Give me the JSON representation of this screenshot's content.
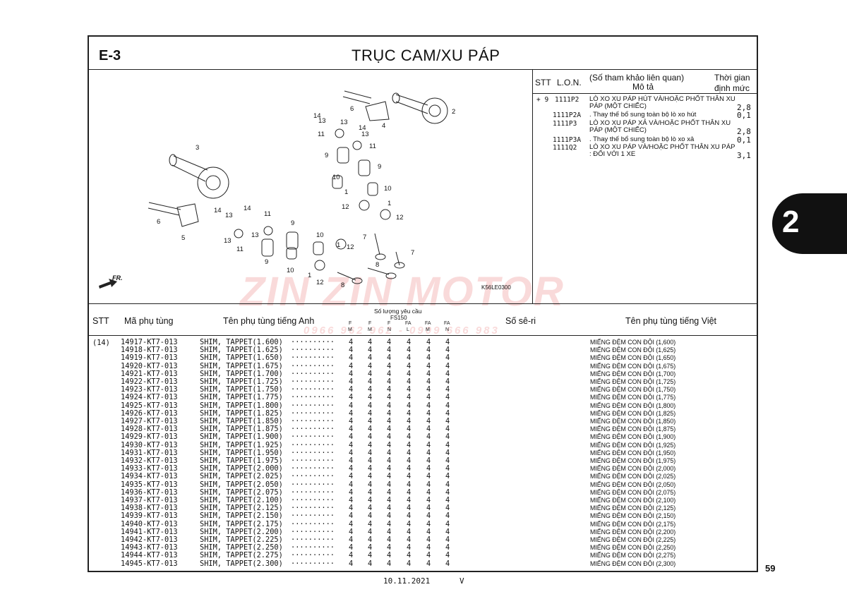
{
  "header": {
    "section_code": "E-3",
    "title": "TRỤC CAM/XU PÁP"
  },
  "page": {
    "number": "59",
    "chapter_tab": "2",
    "issue_date": "10.11.2021",
    "issue_mark": "V"
  },
  "watermark": {
    "brand": "ZIN ZIN MOTOR",
    "phone": "0966 962 962 - 0909 666 983"
  },
  "diagram": {
    "figure_code": "K56LE0300",
    "front_marker": "FR.",
    "callouts": [
      "2",
      "3",
      "4",
      "5",
      "6",
      "6",
      "7",
      "7",
      "8",
      "8",
      "9",
      "9",
      "9",
      "9",
      "10",
      "10",
      "10",
      "10",
      "1",
      "1",
      "1",
      "1",
      "11",
      "11",
      "11",
      "11",
      "12",
      "12",
      "12",
      "12",
      "13",
      "13",
      "13",
      "13",
      "13",
      "13",
      "14",
      "14",
      "14",
      "14"
    ]
  },
  "lon_table": {
    "headers": {
      "stt": "STT",
      "lon": "L.O.N.",
      "desc": "(Số tham khảo liên quan)",
      "desc2": "Mô tả",
      "time": "Thời gian",
      "time2": "định mức"
    },
    "rows": [
      {
        "stt": "+ 9",
        "code": "1111P2",
        "desc": "LÒ XO XU PÁP HÚT VÀ/HOẶC PHỐT THÂN XU",
        "desc2": "PÁP (MỘT CHIẾC)",
        "time": "2,8"
      },
      {
        "code": "1111P2A",
        "desc": ". Thay thế bổ sung toàn bộ lò xo hút",
        "time": "0,1"
      },
      {
        "code": "1111P3",
        "desc": "LÒ XO XU PÁP XẢ VÀ/HOẶC PHỐT THÂN XU",
        "desc2": "PÁP (MỘT CHIẾC)",
        "time": "2,8"
      },
      {
        "code": "1111P3A",
        "desc": ". Thay thế bổ sung toàn bộ lò xo xả",
        "time": "0,1"
      },
      {
        "code": "1111Q2",
        "desc": "LÒ XO XU PÁP VÀ/HOẶC PHỐT THÂN XU PÁP",
        "desc2": ": ĐỐI VỚI 1 XE",
        "time": "3,1"
      }
    ]
  },
  "parts_table": {
    "headers": {
      "stt": "STT",
      "part_no": "Mã phụ tùng",
      "name_en": "Tên phụ tùng tiếng Anh",
      "qty": "Số lượng yêu cầu",
      "model": "FS150",
      "sub": [
        "F",
        "M",
        "F",
        "M",
        "F",
        "N",
        "FA",
        "L",
        "FA",
        "M",
        "FA",
        "N"
      ],
      "serial": "Số sê-ri",
      "name_vi": "Tên phụ tùng tiếng Việt"
    },
    "stt_value": "(14)",
    "dots": "··········",
    "rows": [
      {
        "part": "14917-KT7-013",
        "en": "SHIM, TAPPET(1.600)",
        "q": [
          "4",
          "4",
          "4",
          "4",
          "4",
          "4"
        ],
        "vi": "MIẾNG ĐỆM CON ĐỘI (1,600)"
      },
      {
        "part": "14918-KT7-013",
        "en": "SHIM, TAPPET(1.625)",
        "q": [
          "4",
          "4",
          "4",
          "4",
          "4",
          "4"
        ],
        "vi": "MIẾNG ĐỆM CON ĐỘI (1,625)"
      },
      {
        "part": "14919-KT7-013",
        "en": "SHIM, TAPPET(1.650)",
        "q": [
          "4",
          "4",
          "4",
          "4",
          "4",
          "4"
        ],
        "vi": "MIẾNG ĐỆM CON ĐỘI (1,650)"
      },
      {
        "part": "14920-KT7-013",
        "en": "SHIM, TAPPET(1.675)",
        "q": [
          "4",
          "4",
          "4",
          "4",
          "4",
          "4"
        ],
        "vi": "MIẾNG ĐỆM CON ĐỘI (1,675)"
      },
      {
        "part": "14921-KT7-013",
        "en": "SHIM, TAPPET(1.700)",
        "q": [
          "4",
          "4",
          "4",
          "4",
          "4",
          "4"
        ],
        "vi": "MIẾNG ĐỆM CON ĐỘI (1,700)"
      },
      {
        "part": "14922-KT7-013",
        "en": "SHIM, TAPPET(1.725)",
        "q": [
          "4",
          "4",
          "4",
          "4",
          "4",
          "4"
        ],
        "vi": "MIẾNG ĐỆM CON ĐỘI (1,725)"
      },
      {
        "part": "14923-KT7-013",
        "en": "SHIM, TAPPET(1.750)",
        "q": [
          "4",
          "4",
          "4",
          "4",
          "4",
          "4"
        ],
        "vi": "MIẾNG ĐỆM CON ĐỘI (1,750)"
      },
      {
        "part": "14924-KT7-013",
        "en": "SHIM, TAPPET(1.775)",
        "q": [
          "4",
          "4",
          "4",
          "4",
          "4",
          "4"
        ],
        "vi": "MIẾNG ĐỆM CON ĐỘI (1,775)"
      },
      {
        "part": "14925-KT7-013",
        "en": "SHIM, TAPPET(1.800)",
        "q": [
          "4",
          "4",
          "4",
          "4",
          "4",
          "4"
        ],
        "vi": "MIẾNG ĐỆM CON ĐỘI (1,800)"
      },
      {
        "part": "14926-KT7-013",
        "en": "SHIM, TAPPET(1.825)",
        "q": [
          "4",
          "4",
          "4",
          "4",
          "4",
          "4"
        ],
        "vi": "MIẾNG ĐỆM CON ĐỘI (1,825)"
      },
      {
        "part": "14927-KT7-013",
        "en": "SHIM, TAPPET(1.850)",
        "q": [
          "4",
          "4",
          "4",
          "4",
          "4",
          "4"
        ],
        "vi": "MIẾNG ĐỆM CON ĐỘI (1,850)"
      },
      {
        "part": "14928-KT7-013",
        "en": "SHIM, TAPPET(1.875)",
        "q": [
          "4",
          "4",
          "4",
          "4",
          "4",
          "4"
        ],
        "vi": "MIẾNG ĐỆM CON ĐỘI (1,875)"
      },
      {
        "part": "14929-KT7-013",
        "en": "SHIM, TAPPET(1.900)",
        "q": [
          "4",
          "4",
          "4",
          "4",
          "4",
          "4"
        ],
        "vi": "MIẾNG ĐỆM CON ĐỘI (1,900)"
      },
      {
        "part": "14930-KT7-013",
        "en": "SHIM, TAPPET(1.925)",
        "q": [
          "4",
          "4",
          "4",
          "4",
          "4",
          "4"
        ],
        "vi": "MIẾNG ĐỆM CON ĐỘI (1,925)"
      },
      {
        "part": "14931-KT7-013",
        "en": "SHIM, TAPPET(1.950)",
        "q": [
          "4",
          "4",
          "4",
          "4",
          "4",
          "4"
        ],
        "vi": "MIẾNG ĐỆM CON ĐỘI (1,950)"
      },
      {
        "part": "14932-KT7-013",
        "en": "SHIM, TAPPET(1.975)",
        "q": [
          "4",
          "4",
          "4",
          "4",
          "4",
          "4"
        ],
        "vi": "MIẾNG ĐỆM CON ĐỘI (1,975)"
      },
      {
        "part": "14933-KT7-013",
        "en": "SHIM, TAPPET(2.000)",
        "q": [
          "4",
          "4",
          "4",
          "4",
          "4",
          "4"
        ],
        "vi": "MIẾNG ĐỆM CON ĐỘI (2,000)"
      },
      {
        "part": "14934-KT7-013",
        "en": "SHIM, TAPPET(2.025)",
        "q": [
          "4",
          "4",
          "4",
          "4",
          "4",
          "4"
        ],
        "vi": "MIẾNG ĐỆM CON ĐỘI (2,025)"
      },
      {
        "part": "14935-KT7-013",
        "en": "SHIM, TAPPET(2.050)",
        "q": [
          "4",
          "4",
          "4",
          "4",
          "4",
          "4"
        ],
        "vi": "MIẾNG ĐỆM CON ĐỘI (2,050)"
      },
      {
        "part": "14936-KT7-013",
        "en": "SHIM, TAPPET(2.075)",
        "q": [
          "4",
          "4",
          "4",
          "4",
          "4",
          "4"
        ],
        "vi": "MIẾNG ĐỆM CON ĐỘI (2,075)"
      },
      {
        "part": "14937-KT7-013",
        "en": "SHIM, TAPPET(2.100)",
        "q": [
          "4",
          "4",
          "4",
          "4",
          "4",
          "4"
        ],
        "vi": "MIẾNG ĐỆM CON ĐỘI (2,100)"
      },
      {
        "part": "14938-KT7-013",
        "en": "SHIM, TAPPET(2.125)",
        "q": [
          "4",
          "4",
          "4",
          "4",
          "4",
          "4"
        ],
        "vi": "MIẾNG ĐỆM CON ĐỘI (2,125)"
      },
      {
        "part": "14939-KT7-013",
        "en": "SHIM, TAPPET(2.150)",
        "q": [
          "4",
          "4",
          "4",
          "4",
          "4",
          "4"
        ],
        "vi": "MIẾNG ĐỆM CON ĐỘI (2,150)"
      },
      {
        "part": "14940-KT7-013",
        "en": "SHIM, TAPPET(2.175)",
        "q": [
          "4",
          "4",
          "4",
          "4",
          "4",
          "4"
        ],
        "vi": "MIẾNG ĐỆM CON ĐỘI (2,175)"
      },
      {
        "part": "14941-KT7-013",
        "en": "SHIM, TAPPET(2.200)",
        "q": [
          "4",
          "4",
          "4",
          "4",
          "4",
          "4"
        ],
        "vi": "MIẾNG ĐỆM CON ĐỘI (2,200)"
      },
      {
        "part": "14942-KT7-013",
        "en": "SHIM, TAPPET(2.225)",
        "q": [
          "4",
          "4",
          "4",
          "4",
          "4",
          "4"
        ],
        "vi": "MIẾNG ĐỆM CON ĐỘI (2,225)"
      },
      {
        "part": "14943-KT7-013",
        "en": "SHIM, TAPPET(2.250)",
        "q": [
          "4",
          "4",
          "4",
          "4",
          "4",
          "4"
        ],
        "vi": "MIẾNG ĐỆM CON ĐỘI (2,250)"
      },
      {
        "part": "14944-KT7-013",
        "en": "SHIM, TAPPET(2.275)",
        "q": [
          "4",
          "4",
          "4",
          "4",
          "4",
          "4"
        ],
        "vi": "MIẾNG ĐỆM CON ĐỘI (2,275)"
      },
      {
        "part": "14945-KT7-013",
        "en": "SHIM, TAPPET(2.300)",
        "q": [
          "4",
          "4",
          "4",
          "4",
          "4",
          "4"
        ],
        "vi": "MIẾNG ĐỆM CON ĐỘI (2,300)"
      }
    ]
  }
}
